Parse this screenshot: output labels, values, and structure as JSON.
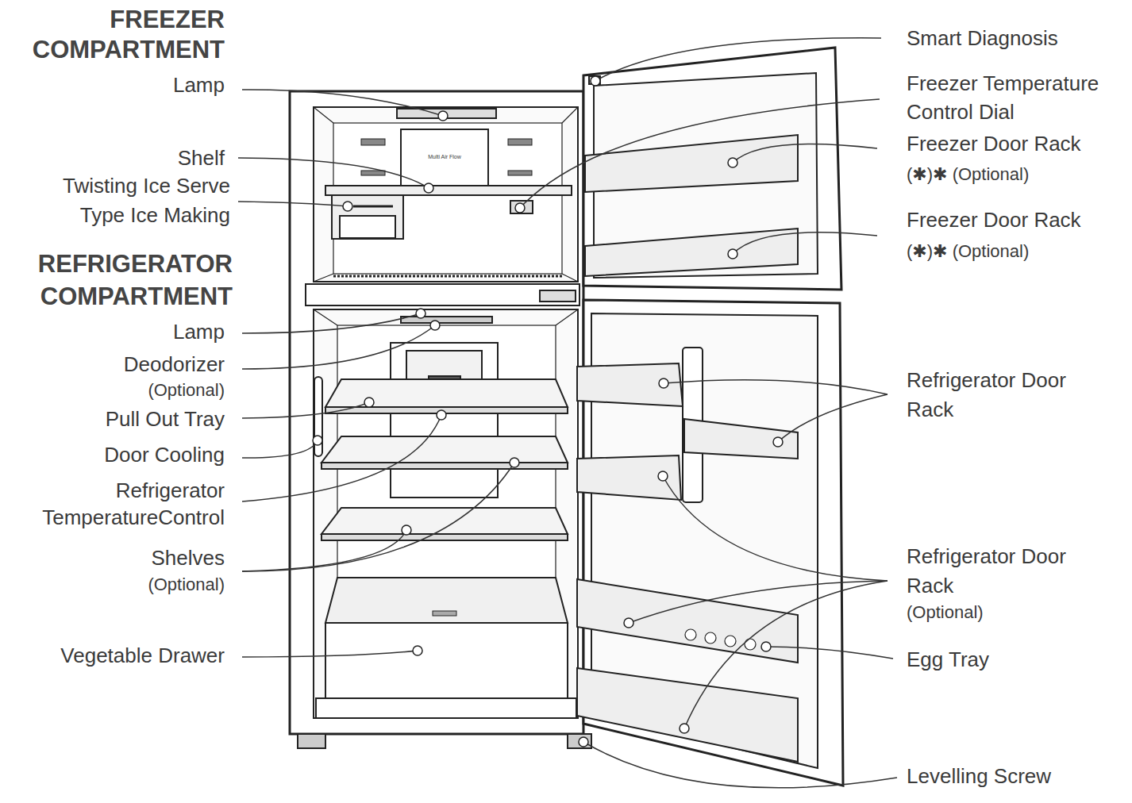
{
  "diagram": {
    "labels": [
      "FREEZER COMPARTMENT",
      "Lamp",
      "Shelf",
      "Twisting Ice Serve Type Ice Making",
      "REFRIGERATOR COMPARTMENT",
      "Lamp",
      "Deodorizer",
      "(Optional)",
      "Pull Out Tray",
      "Door Cooling",
      "Refrigerator TemperatureControl",
      "Shelves",
      "(Optional)",
      "Vegetable Drawer",
      "Smart Diagnosis",
      "Freezer Temperature Control Dial",
      "Freezer Door Rack",
      "(✱)✱ (Optional)",
      "Freezer Door Rack",
      "(✱)✱ (Optional)",
      "Refrigerator Door Rack",
      "Refrigerator Door Rack",
      "(Optional)",
      "Egg Tray",
      "Levelling Screw",
      "Multi Air Flow"
    ]
  }
}
